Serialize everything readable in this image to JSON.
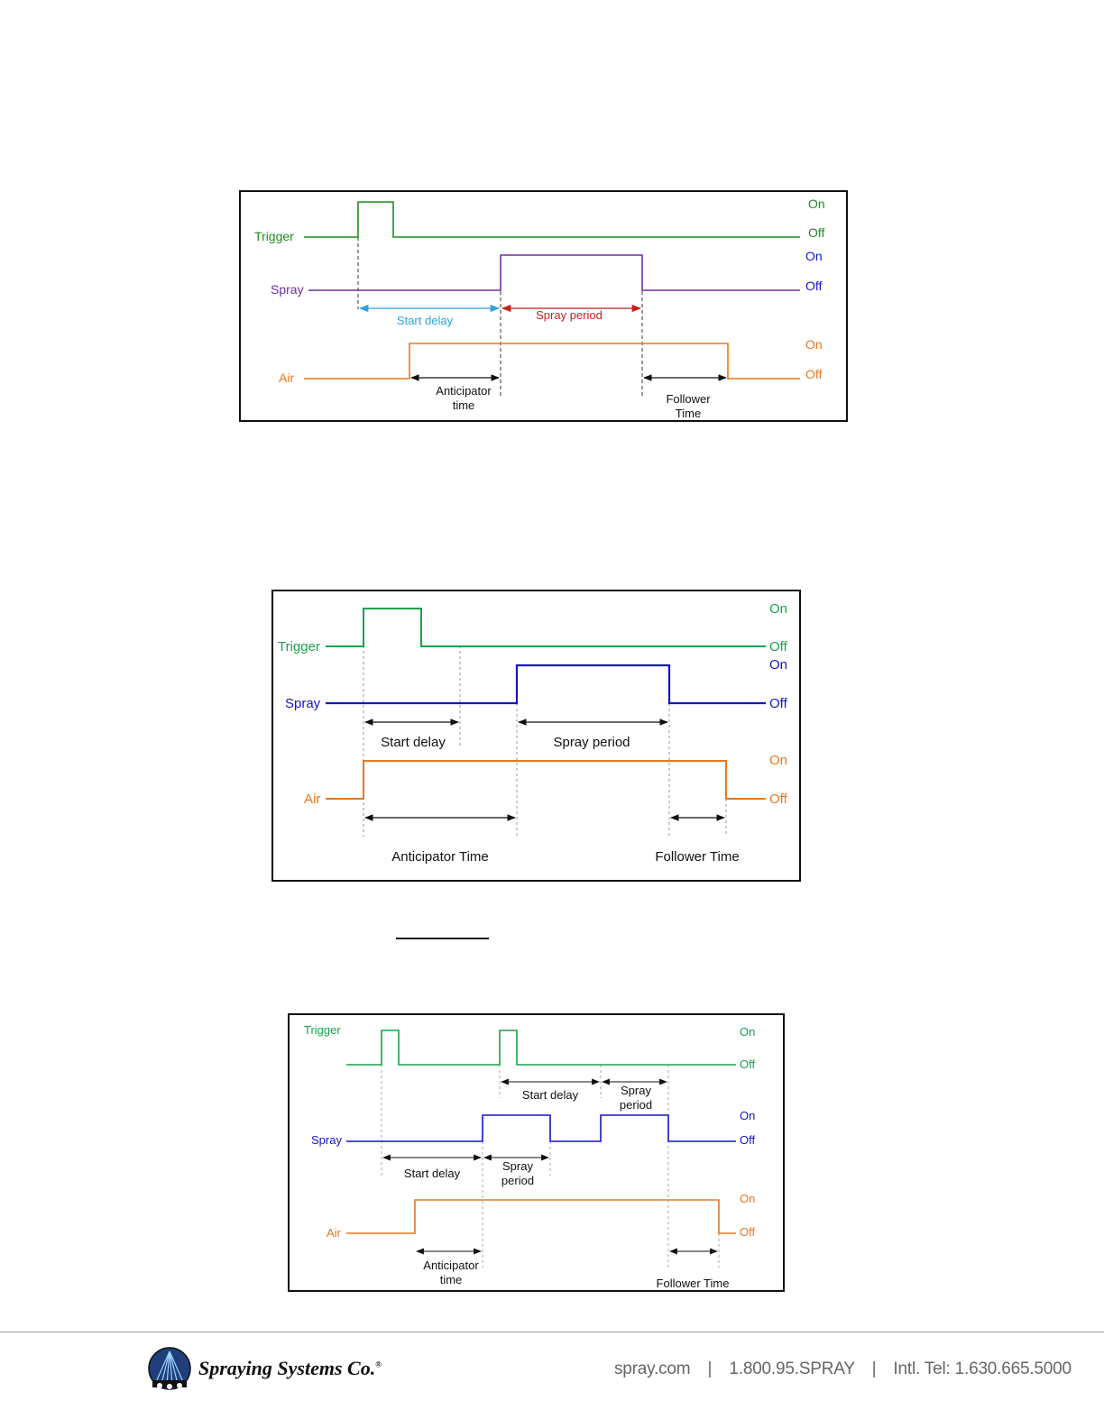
{
  "colors": {
    "trigger_green_1": "#1e8c1e",
    "trigger_green_2": "#16a34a",
    "spray_purple": "#6a2fa0",
    "spray_blue": "#1414c8",
    "air_orange": "#e8781e",
    "start_delay_blue": "#29a3e0",
    "spray_period_red": "#c81e1e"
  },
  "diagram1": {
    "trigger_label": "Trigger",
    "spray_label": "Spray",
    "air_label": "Air",
    "trigger_on": "On",
    "trigger_off": "Off",
    "spray_on": "On",
    "spray_off": "Off",
    "air_on": "On",
    "air_off": "Off",
    "start_delay": "Start delay",
    "spray_period": "Spray period",
    "anticipator_1": "Anticipator",
    "anticipator_2": "time",
    "follower_1": "Follower",
    "follower_2": "Time"
  },
  "diagram2": {
    "trigger_label": "Trigger",
    "spray_label": "Spray",
    "air_label": "Air",
    "trigger_on": "On",
    "trigger_off": "Off",
    "spray_on": "On",
    "spray_off": "Off",
    "air_on": "On",
    "air_off": "Off",
    "start_delay": "Start delay",
    "spray_period": "Spray period",
    "anticipator": "Anticipator Time",
    "follower": "Follower Time"
  },
  "diagram3": {
    "trigger_label": "Trigger",
    "spray_label": "Spray",
    "air_label": "Air",
    "trigger_on": "On",
    "trigger_off": "Off",
    "spray_on": "On",
    "spray_off": "Off",
    "air_on": "On",
    "air_off": "Off",
    "start_delay_top": "Start delay",
    "spray_period_top_1": "Spray",
    "spray_period_top_2": "period",
    "start_delay_mid": "Start delay",
    "spray_period_mid_1": "Spray",
    "spray_period_mid_2": "period",
    "anticipator_1": "Anticipator",
    "anticipator_2": "time",
    "follower": "Follower Time"
  },
  "footer": {
    "company": "Spraying Systems Co.",
    "registered": "®",
    "website": "spray.com",
    "separator": "|",
    "phone": "1.800.95.SPRAY",
    "intl": "Intl. Tel: 1.630.665.5000"
  }
}
